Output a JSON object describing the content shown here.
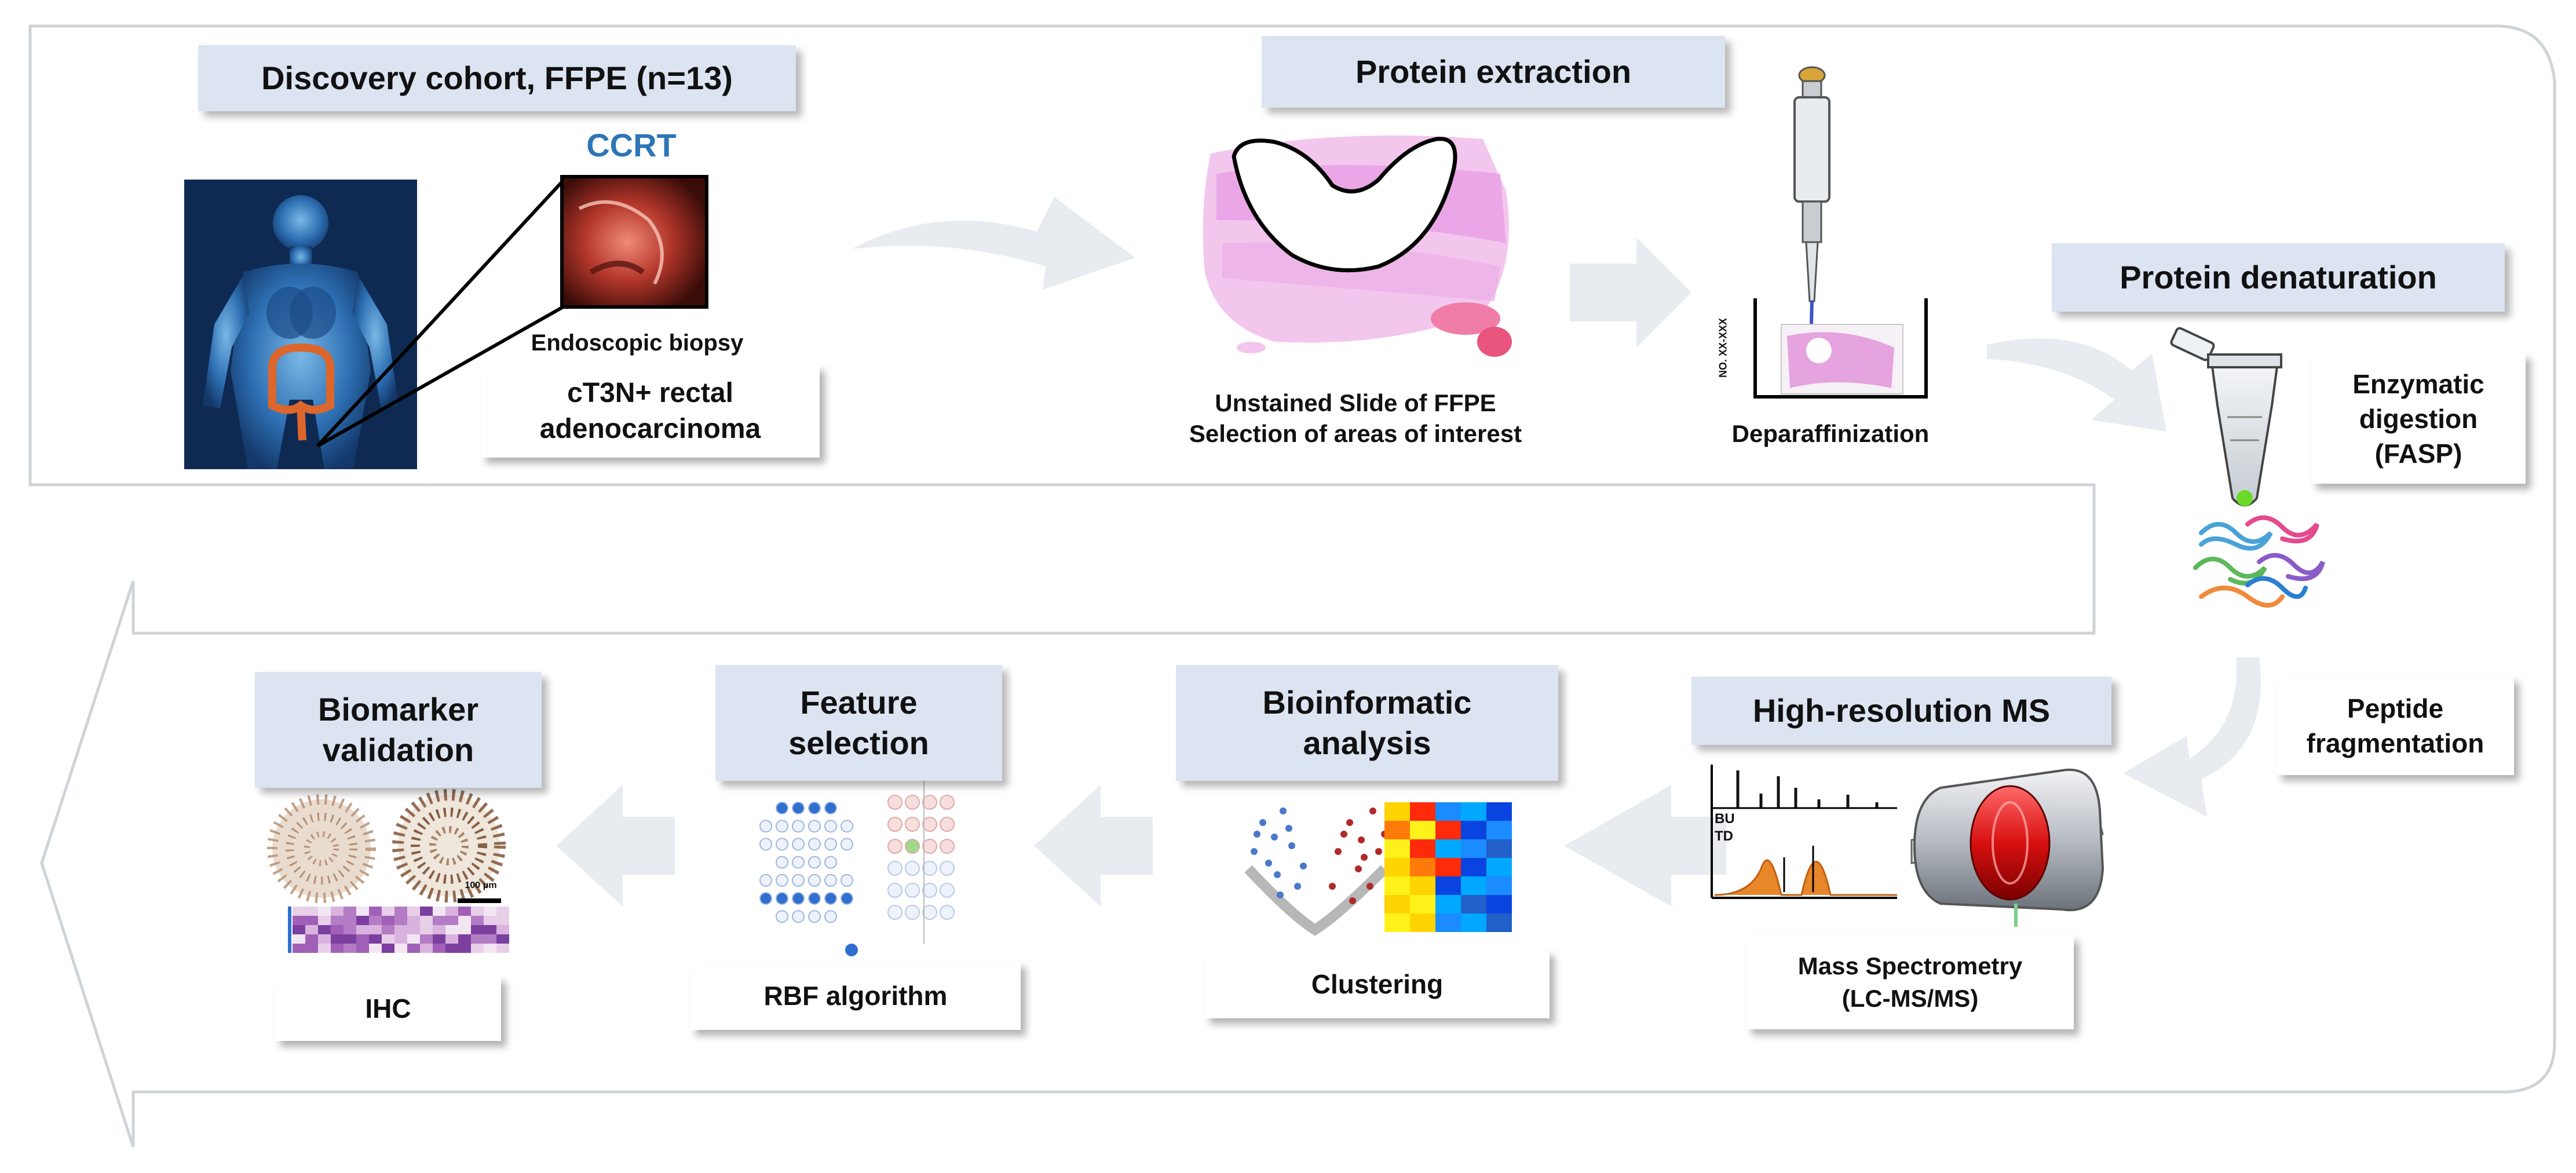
{
  "stage1": {
    "header": "Discovery cohort, FFPE (n=13)",
    "ccrt": "CCRT",
    "biopsy_label": "Endoscopic biopsy",
    "diagnosis_line1": "cT3N+ rectal",
    "diagnosis_line2": "adenocarcinoma"
  },
  "stage2": {
    "header": "Protein extraction",
    "slide_line1": "Unstained Slide of FFPE",
    "slide_line2": "Selection of areas of interest",
    "deparaffin": "Deparaffinization",
    "slide_code": "NO. XX-XXX"
  },
  "stage3": {
    "header": "Protein denaturation",
    "digestion": "Enzymatic\ndigestion\n(FASP)"
  },
  "stage4": {
    "fragmentation": "Peptide\nfragmentation",
    "header": "High-resolution MS",
    "ms_line1": "Mass Spectrometry",
    "ms_line2": "(LC-MS/MS)",
    "bu": "BU",
    "td": "TD"
  },
  "stage5": {
    "header": "Bioinformatic\nanalysis",
    "label": "Clustering"
  },
  "stage6": {
    "header": "Feature\nselection",
    "label": "RBF algorithm"
  },
  "stage7": {
    "header": "Biomarker\nvalidation",
    "label": "IHC",
    "scale": "100 μm"
  },
  "colors": {
    "ccrt": "#2e75b6",
    "header_bg": "#dce4f2",
    "flow_arrow": "#e8ecf1",
    "outline": "#cfd3d8"
  }
}
